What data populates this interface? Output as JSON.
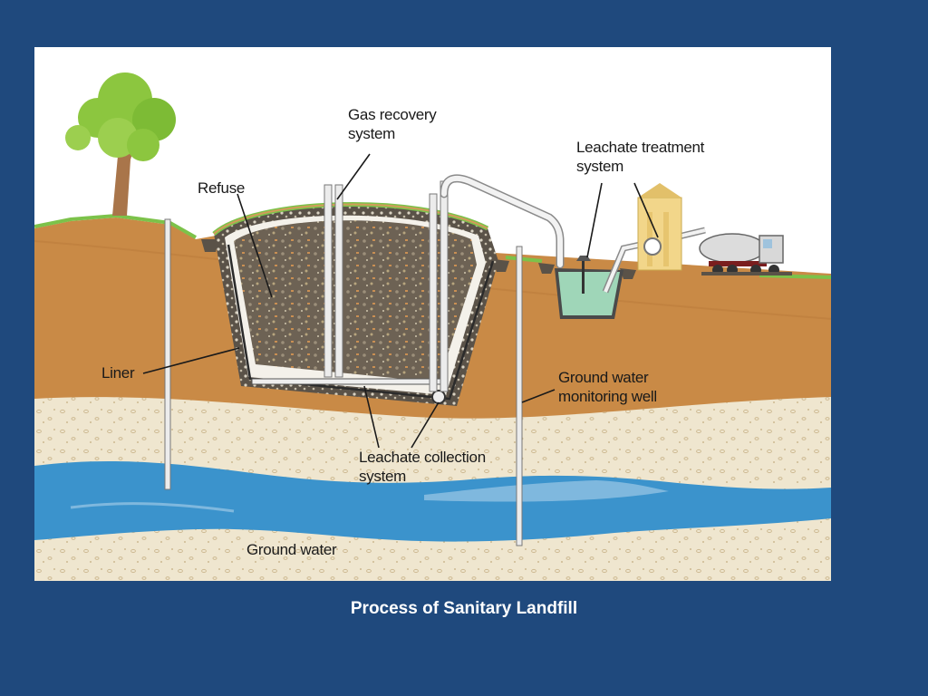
{
  "slide": {
    "caption": "Process of Sanitary Landfill",
    "background_color": "#1f497d"
  },
  "diagram": {
    "labels": {
      "gas_recovery": [
        "Gas recovery",
        "system"
      ],
      "leachate_treatment": [
        "Leachate treatment",
        "system"
      ],
      "refuse": "Refuse",
      "liner": "Liner",
      "ground_water_monitoring": [
        "Ground water",
        "monitoring well"
      ],
      "leachate_collection": [
        "Leachate collection",
        "system"
      ],
      "ground_water": "Ground water"
    },
    "colors": {
      "soil": "#c98a46",
      "sand": "#efe6cf",
      "water": "#3b93cc",
      "refuse": "#6d6254",
      "grass": "#7cc24a",
      "tree": "#8cc63f"
    }
  }
}
